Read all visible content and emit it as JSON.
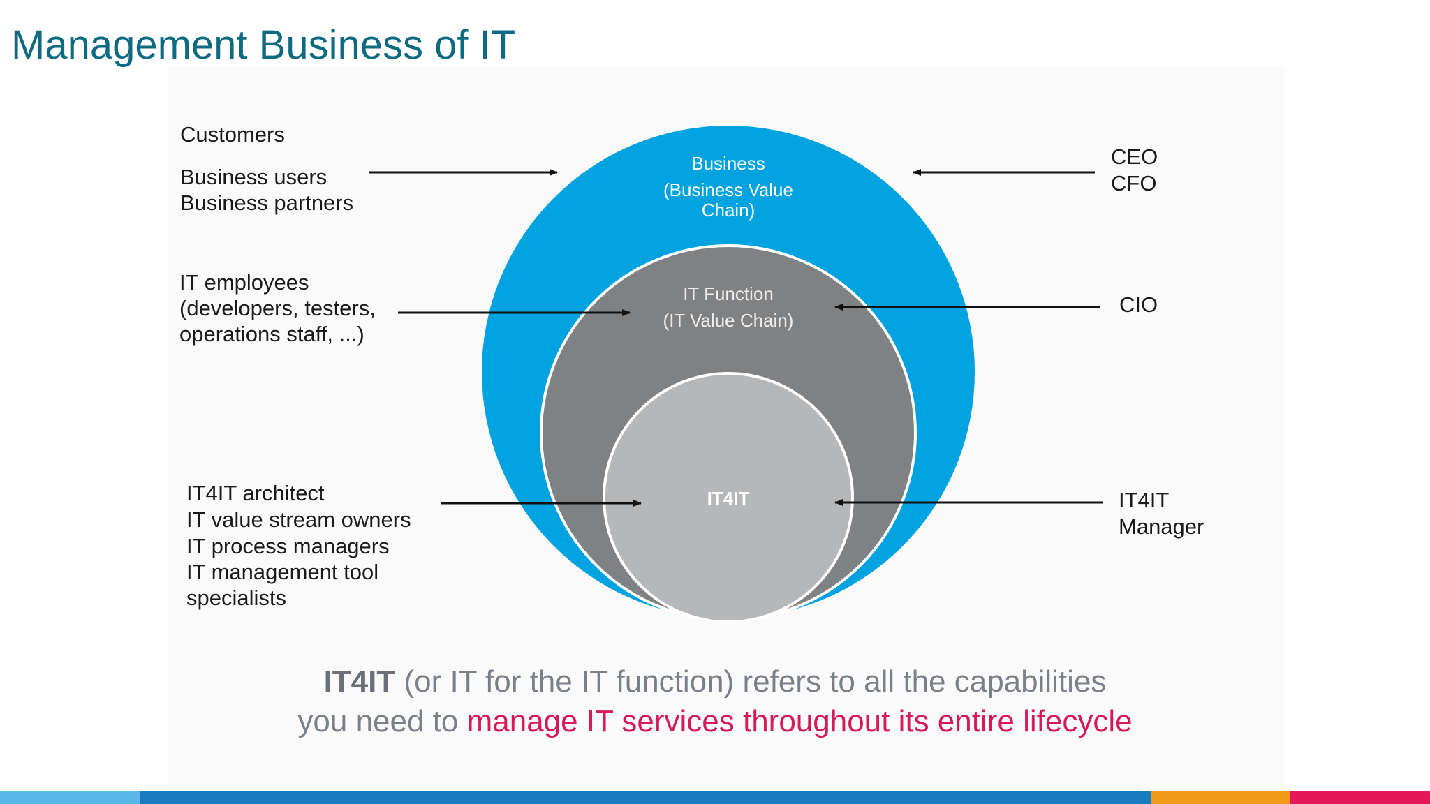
{
  "title": "Management Business of IT",
  "diagram": {
    "circles": {
      "business": {
        "line1": "Business",
        "line2": "(Business Value",
        "line3": "Chain)"
      },
      "it_function": {
        "line1": "IT Function",
        "line2": "(IT Value Chain)"
      },
      "it4it": {
        "label": "IT4IT"
      }
    },
    "left_labels": {
      "customers": "Customers",
      "business_users": "Business users",
      "business_partners": "Business partners",
      "it_employees_1": "IT employees",
      "it_employees_2": "(developers, testers,",
      "it_employees_3": "operations staff, ...)",
      "it4it_roles_1": "IT4IT architect",
      "it4it_roles_2": "IT value stream owners",
      "it4it_roles_3": "IT process managers",
      "it4it_roles_4": "IT management tool",
      "it4it_roles_5": "specialists"
    },
    "right_labels": {
      "ceo": "CEO",
      "cfo": "CFO",
      "cio": "CIO",
      "it4it_manager_1": "IT4IT",
      "it4it_manager_2": "Manager"
    }
  },
  "caption": {
    "bold": "IT4IT",
    "line1_rest": " (or IT for the IT function) refers to all the capabilities",
    "line2_start": "you need to ",
    "highlight": "manage IT services throughout its entire lifecycle"
  },
  "colors": {
    "title": "#0e6a80",
    "business_circle": "#00a3e0",
    "it_function_circle": "#808183",
    "it4it_circle": "#b6b7b9",
    "highlight": "#d6195a",
    "footer": [
      "#5ab7ea",
      "#1a7cc0",
      "#f39a1c",
      "#e5195a"
    ]
  }
}
